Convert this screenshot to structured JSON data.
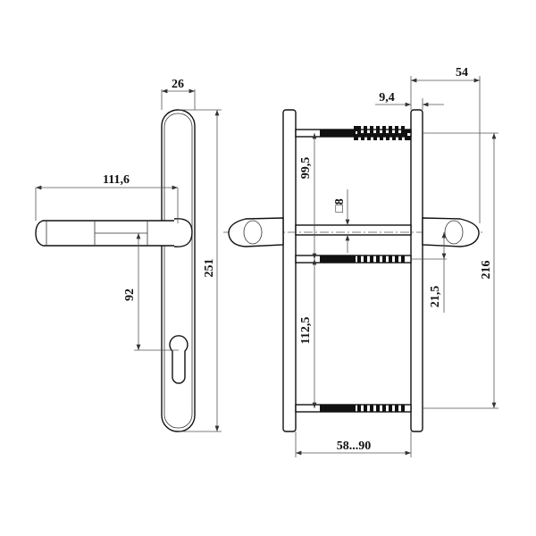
{
  "title": "Door handle set technical drawing",
  "colors": {
    "line": "#111111",
    "dimension": "#555555",
    "background": "#ffffff"
  },
  "side_view": {
    "dims": {
      "plate_width": "26",
      "lever_length": "111,6",
      "plate_height": "251",
      "handle_to_cylinder": "92"
    }
  },
  "front_view": {
    "dims": {
      "overall_depth": "54",
      "plate_thickness": "9,4",
      "top_screw_to_middle": "99,5",
      "spindle_square": "□8",
      "middle_to_bottom_screw": "112,5",
      "spindle_offset": "21,5",
      "screw_span": "216",
      "door_thickness": "58...90"
    }
  }
}
